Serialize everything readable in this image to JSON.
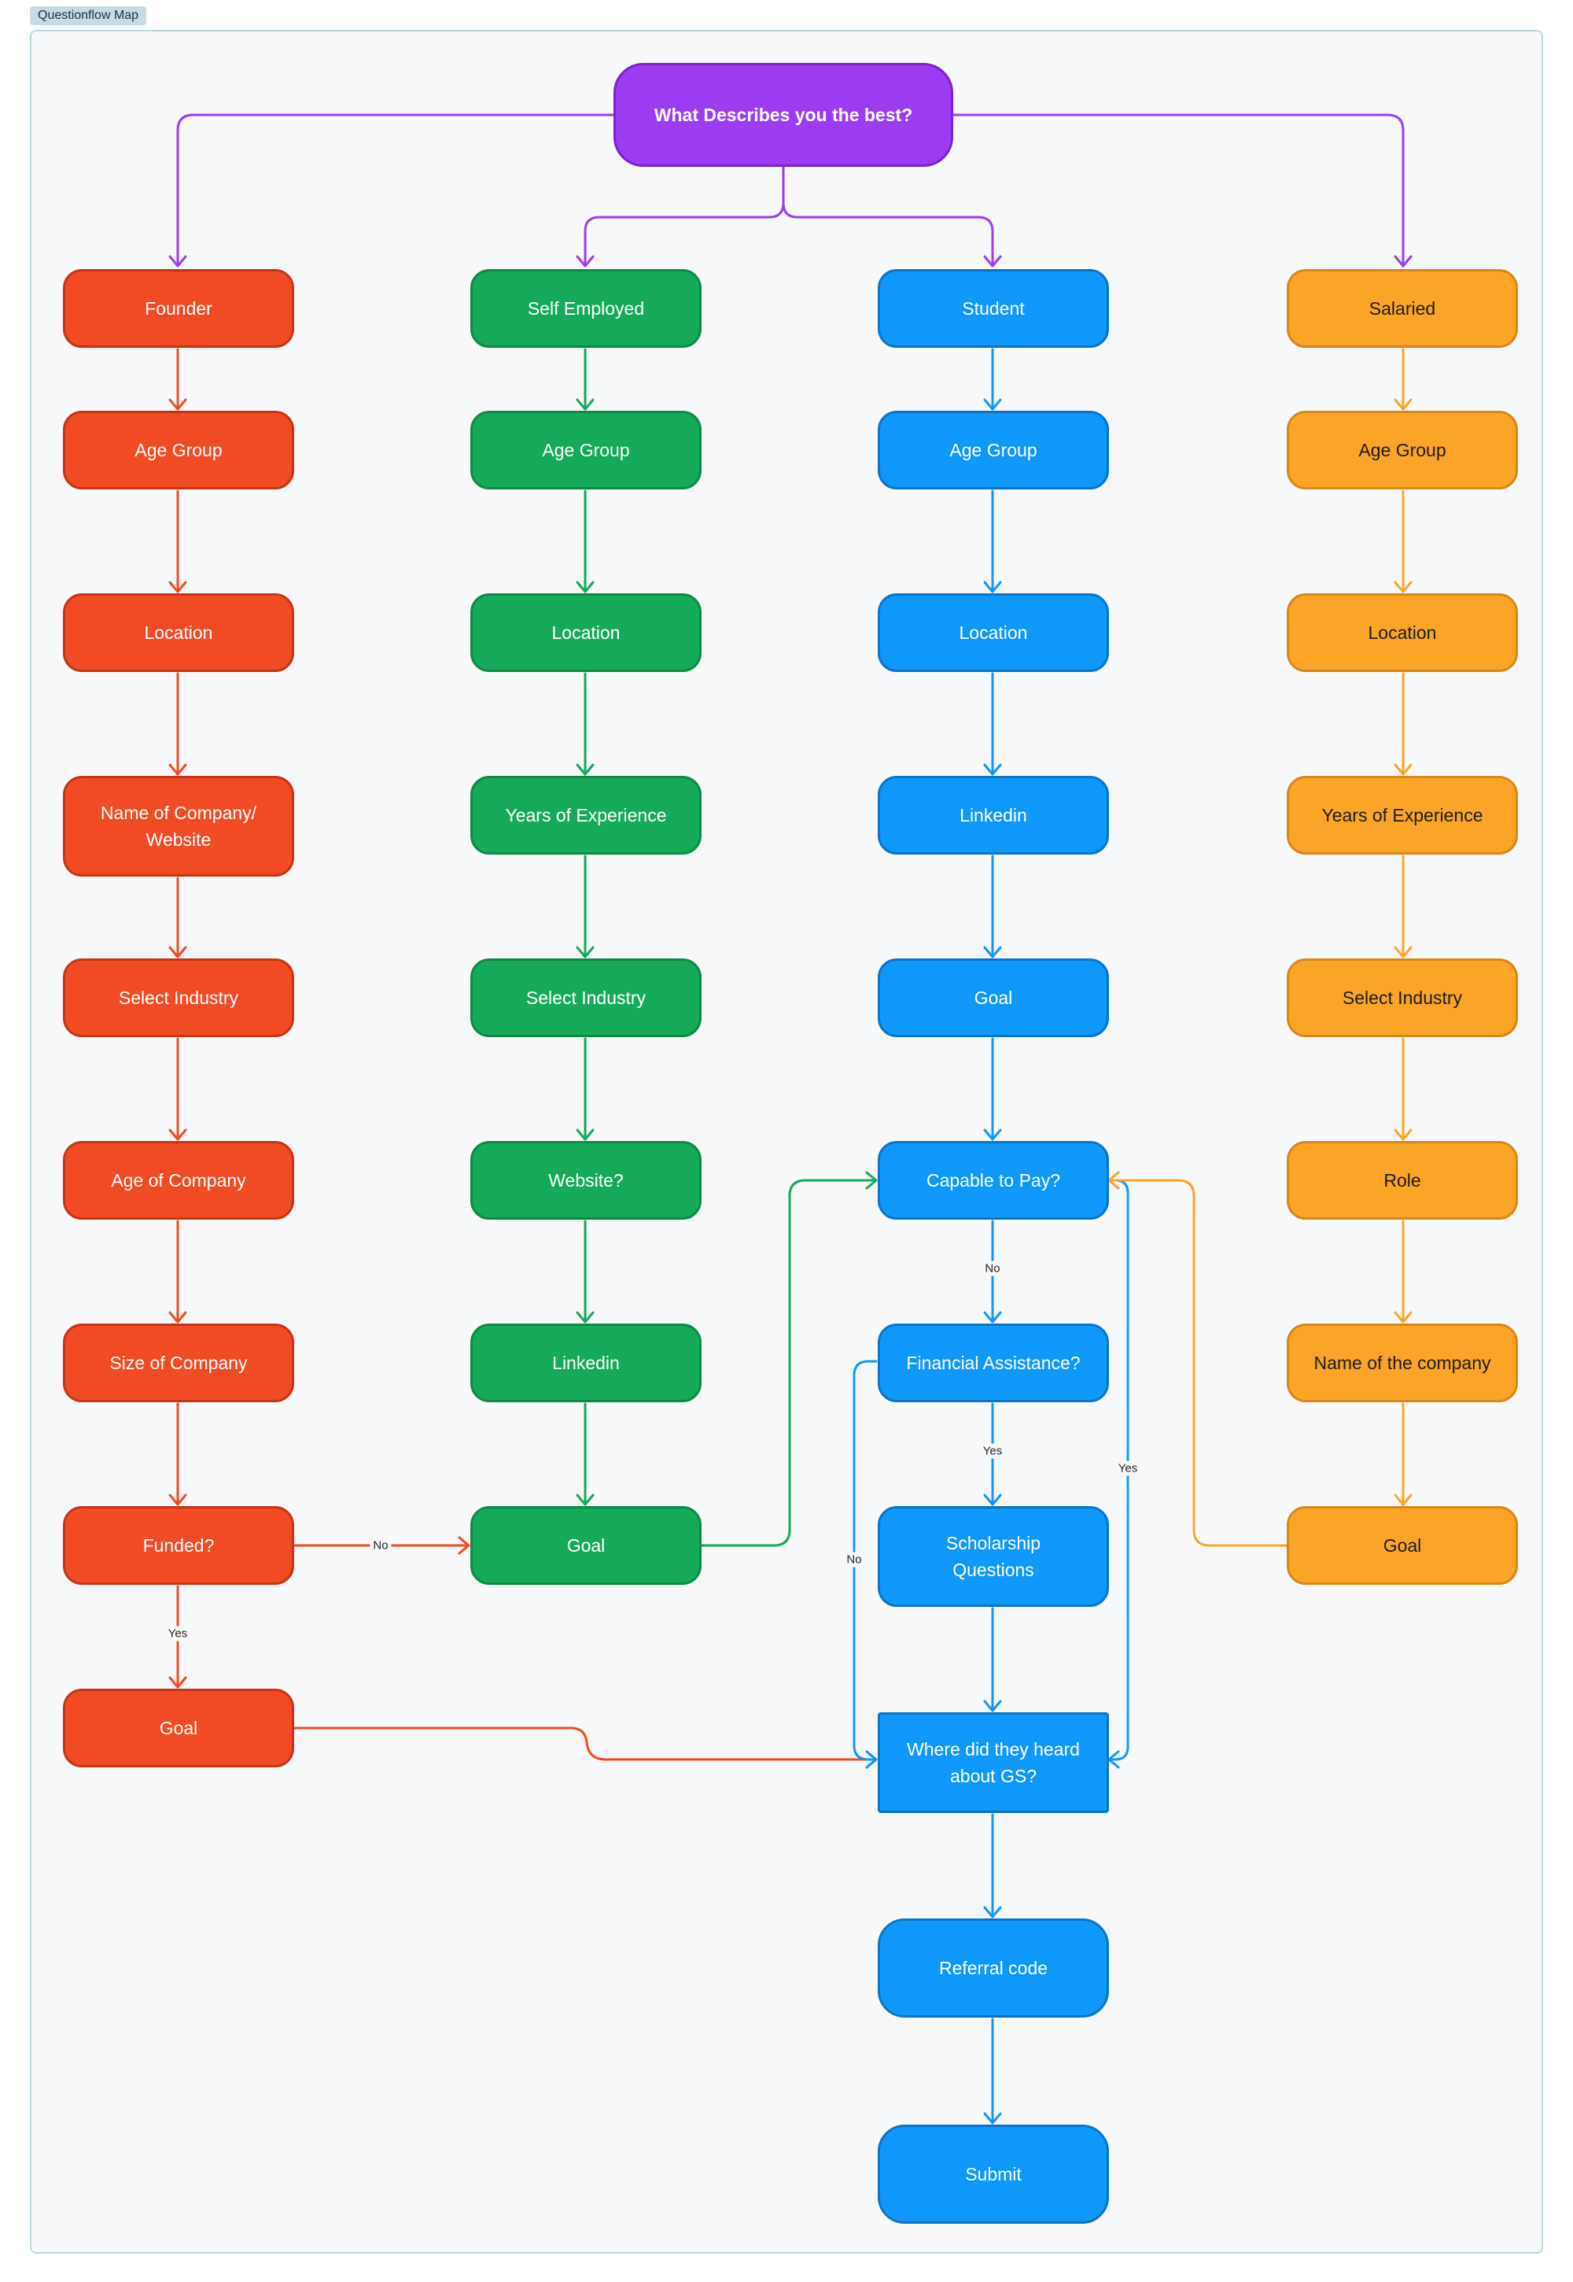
{
  "frame_title": "Questionflow Map",
  "colors": {
    "purple": "#9b3cf3",
    "red": "#f04b25",
    "green": "#16a95a",
    "blue": "#0f98fa",
    "orange": "#fba528"
  },
  "nodes": {
    "root": "What Describes you the best?",
    "founder": "Founder",
    "f_age": "Age Group",
    "f_loc": "Location",
    "f_company": "Name of Company/\nWebsite",
    "f_industry": "Select Industry",
    "f_agecomp": "Age of Company",
    "f_size": "Size of Company",
    "f_funded": "Funded?",
    "f_goal": "Goal",
    "self": "Self Employed",
    "s_age": "Age Group",
    "s_loc": "Location",
    "s_years": "Years of Experience",
    "s_industry": "Select Industry",
    "s_website": "Website?",
    "s_linkedin": "Linkedin",
    "s_goal": "Goal",
    "student": "Student",
    "st_age": "Age Group",
    "st_loc": "Location",
    "st_linkedin": "Linkedin",
    "st_goal": "Goal",
    "pay": "Capable to Pay?",
    "fin": "Financial Assistance?",
    "schol": "Scholarship\nQuestions",
    "heard": "Where did they heard\nabout GS?",
    "referral": "Referral code",
    "submit": "Submit",
    "salaried": "Salaried",
    "sa_age": "Age Group",
    "sa_loc": "Location",
    "sa_years": "Years of Experience",
    "sa_industry": "Select Industry",
    "sa_role": "Role",
    "sa_company": "Name of the company",
    "sa_goal": "Goal"
  },
  "edge_labels": {
    "funded_no": "No",
    "funded_yes": "Yes",
    "pay_no": "No",
    "fin_yes": "Yes",
    "fin_no": "No",
    "pay_yes": "Yes"
  }
}
